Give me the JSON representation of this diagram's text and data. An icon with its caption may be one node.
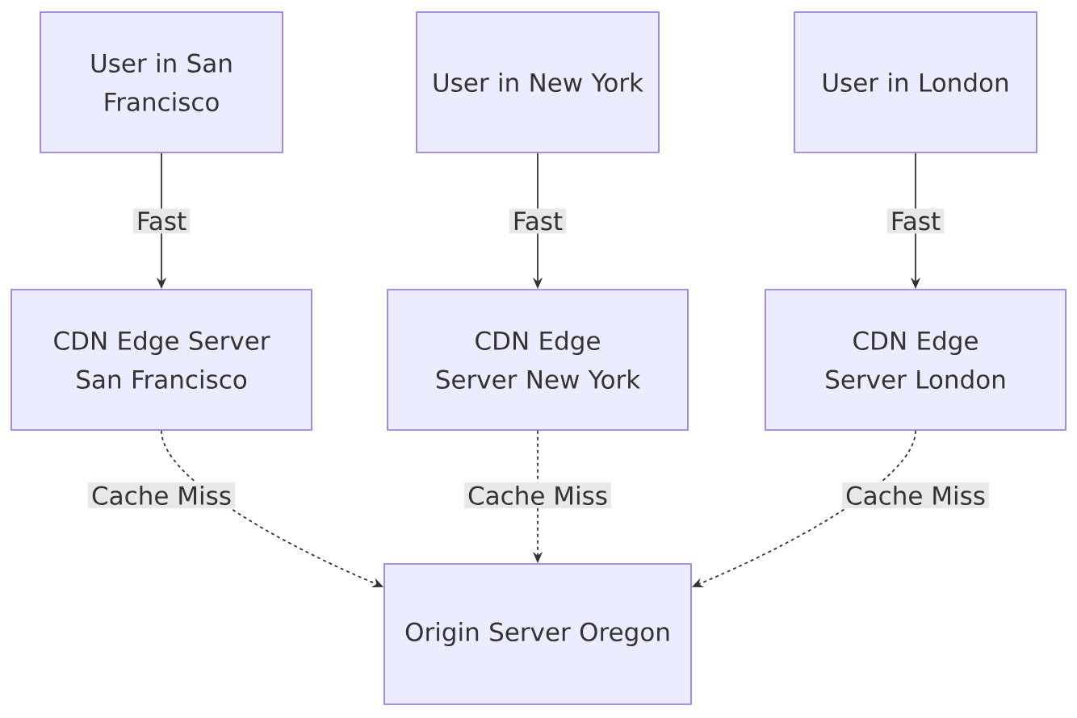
{
  "diagram": {
    "nodes": [
      {
        "text": [
          "User in San Francisco"
        ]
      },
      {
        "text": [
          "User in New York"
        ]
      },
      {
        "text": [
          "User in London"
        ]
      },
      {
        "text": [
          "CDN Edge Server San Francisco"
        ]
      },
      {
        "text": [
          "CDN Edge Server New York"
        ]
      },
      {
        "text": [
          "CDN Edge Server London"
        ]
      },
      {
        "text": [
          "Origin Server Oregon"
        ]
      }
    ],
    "edges": [
      {
        "from": 0,
        "to": 3,
        "arrow": "to",
        "label": "Fast"
      },
      {
        "from": 1,
        "to": 4,
        "arrow": "to",
        "label": "Fast"
      },
      {
        "from": 2,
        "to": 5,
        "arrow": "to",
        "label": "Fast"
      },
      {
        "from": 3,
        "to": 6,
        "arrow": "to",
        "label": "Cache Miss",
        "style": "dashed"
      },
      {
        "from": 4,
        "to": 6,
        "arrow": "to",
        "label": "Cache Miss",
        "style": "dashed"
      },
      {
        "from": 5,
        "to": 6,
        "arrow": "to",
        "label": "Cache Miss",
        "style": "dashed"
      }
    ]
  }
}
